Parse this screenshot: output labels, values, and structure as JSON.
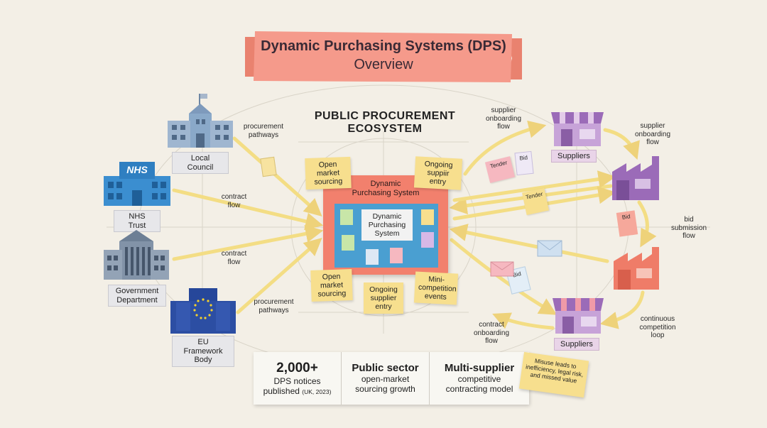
{
  "title": {
    "line1": "Dynamic Purchasing Systems (DPS)",
    "line2": "Overview"
  },
  "ecosystem_label": "PUBLIC PROCUREMENT ECOSYSTEM",
  "buyers": {
    "local_council": "Local Council",
    "nhs_logo": "NHS",
    "nhs_trust": "NHS Trust",
    "government_department": "Government Department",
    "eu_framework": "EU Framework Body"
  },
  "left_flows": {
    "procurement_pathways_top": "procurement pathways",
    "contract_flow_top": "contract flow",
    "contract_flow_bottom": "contract flow",
    "procurement_pathways_bottom": "procurement pathways"
  },
  "hub": {
    "outer_title": "Dynamic Purchasing System",
    "inner_title": "Dynamic Purchasing System"
  },
  "hub_notes": {
    "open_market_top": "Open market sourcing",
    "ongoing_entry_top": "Ongoing suppiir entry",
    "open_market_bottom": "Open market sourcing",
    "ongoing_entry_bottom": "Ongoing supplier entry",
    "mini_competition": "Mini-competition events"
  },
  "right_flows": {
    "supplier_onboarding_left": "supplier onboarding flow",
    "supplier_onboarding_right": "supplier onboarding flow",
    "bid_submission": "bid submission flow",
    "continuous_loop": "continuous competition loop",
    "contract_onboarding": "contract onboarding flow"
  },
  "documents": {
    "tender_1": "Tender",
    "bid_1": "Bid",
    "tender_2": "Tender",
    "bid_2": "Bid",
    "bid_3": "Bid"
  },
  "suppliers": {
    "top": "Suppliers",
    "bottom": "Suppliers"
  },
  "stats": {
    "dps_number": "2,000+",
    "dps_desc_line1": "DPS notices",
    "dps_desc_line2": "published",
    "dps_source": "(UK, 2023)",
    "public_title": "Public sector",
    "public_desc": "open-market sourcing growth",
    "multi_title": "Multi-supplier",
    "multi_desc": "competitive contracting model"
  },
  "warning_note": "Misuse leads to inefficiency, legal risk, and missed value",
  "colors": {
    "banner": "#f59a8b",
    "hub_outer": "#f2806d",
    "hub_inner": "#4a9fd1",
    "buyer_blue": "#8aa9c9",
    "nhs_blue": "#3b8ed0",
    "eu_blue": "#2c4ea3",
    "supplier_purple": "#9b6bb8",
    "factory_coral": "#ef7c68",
    "arrow_yellow": "#f3dd84",
    "sticky_yellow": "#f7df8e"
  }
}
